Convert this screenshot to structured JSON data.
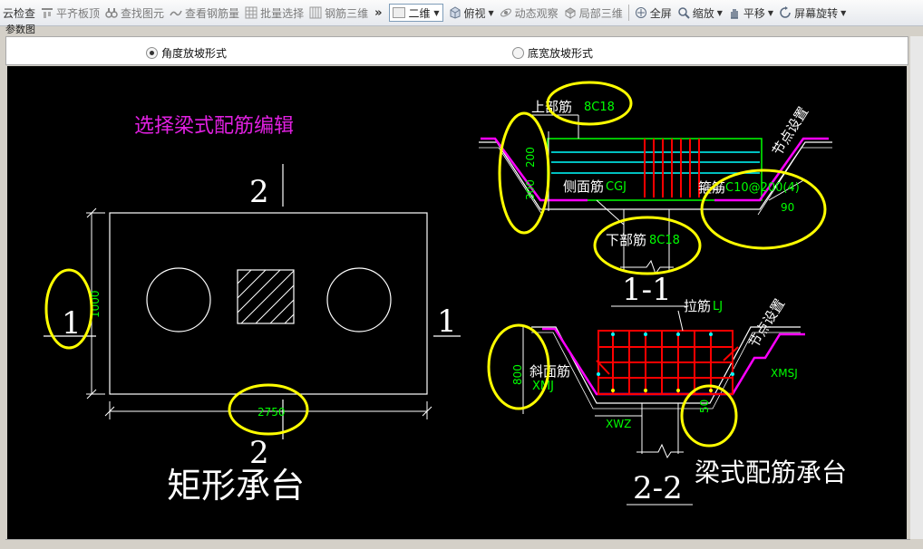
{
  "toolbar": {
    "items": [
      {
        "label": "云检查",
        "icon": "cloud-check-icon",
        "enabled": true
      },
      {
        "label": "平齐板顶",
        "icon": "align-top-icon",
        "enabled": false
      },
      {
        "label": "查找图元",
        "icon": "binoculars-icon",
        "enabled": false
      },
      {
        "label": "查看钢筋量",
        "icon": "rebar-view-icon",
        "enabled": false
      },
      {
        "label": "批量选择",
        "icon": "batch-select-icon",
        "enabled": false
      },
      {
        "label": "钢筋三维",
        "icon": "rebar-3d-icon",
        "enabled": false
      }
    ],
    "view_select": "二维",
    "items2": [
      {
        "label": "俯视",
        "icon": "cube-icon",
        "dropdown": true
      },
      {
        "label": "动态观察",
        "icon": "orbit-icon",
        "dropdown": false
      },
      {
        "label": "局部三维",
        "icon": "local-3d-icon",
        "dropdown": false
      }
    ],
    "items3": [
      {
        "label": "全屏",
        "icon": "fullscreen-icon",
        "dropdown": false
      },
      {
        "label": "缩放",
        "icon": "zoom-icon",
        "dropdown": true
      },
      {
        "label": "平移",
        "icon": "pan-hand-icon",
        "dropdown": true
      },
      {
        "label": "屏幕旋转",
        "icon": "rotate-icon",
        "dropdown": true
      }
    ]
  },
  "pane_title": "参数图",
  "options": {
    "angle": "角度放坡形式",
    "bottom_width": "底宽放坡形式",
    "selected": "angle"
  },
  "drawing": {
    "heading": "选择梁式配筋编辑",
    "rect_title": "矩形承台",
    "beam_title": "梁式配筋承台",
    "sec2_top": "2",
    "sec2_bottom": "2",
    "sec1_left": "1",
    "sec1_right": "1",
    "height_dim": "1000",
    "width_dim": "2750",
    "s1": {
      "label": "1-1",
      "top_bar": "上部筋",
      "top_val": "8C18",
      "side_bar": "侧面筋",
      "side_val": "CGJ",
      "stirrup": "箍筋",
      "stirrup_val": "C10@200(4)",
      "bottom_bar": "下部筋",
      "bottom_val": "8C18",
      "dim_200": "200",
      "dim_300": "300",
      "angle": "90",
      "node": "节点设置"
    },
    "s2": {
      "label": "2-2",
      "tie": "拉筋",
      "tie_val": "LJ",
      "slope_bar": "斜面筋",
      "slope_val": "XMJ",
      "dim_800": "800",
      "dim_50": "50",
      "xwz": "XWZ",
      "xmsj": "XMSJ",
      "node": "节点设置"
    }
  },
  "colors": {
    "canvas": "#000000",
    "line": "#ffffff",
    "highlight": "#ffff00",
    "magenta": "#ff00ff",
    "green": "#00ff00",
    "red": "#ff0000",
    "cyan": "#00ffff"
  }
}
